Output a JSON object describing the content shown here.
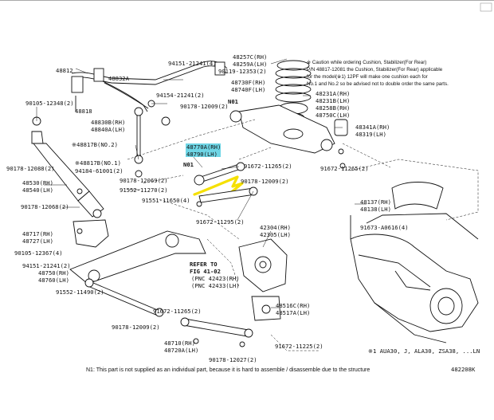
{
  "labels": {
    "p48812": "48812",
    "p48832A": "48832A",
    "p48818": "48818",
    "p94151": "94151-21241(4)",
    "p94154": "94154-21241(2)",
    "p90105": "90105-12348(2)",
    "p48830": "48830B(RH)",
    "p48840": "48840A(LH)",
    "p48817": "※48817B(NO.2)",
    "p48817b": "※48817B(NO.1)",
    "p94184": "94184-61001(2)",
    "p90178a": "90178-12088(2)",
    "p48530": "48530(RH)",
    "p48540": "48540(LH)",
    "p90178b": "90178-12069(2)",
    "p91552": "91552-11270(2)",
    "p90178c": "90178-12068(2)",
    "p91551": "91551-11650(4)",
    "p48717": "48717(RH)",
    "p48727": "48727(LH)",
    "p90105b": "90105-12367(4)",
    "p94151b": "94151-21241(2)",
    "p48750": "48750(RH)",
    "p48760": "48760(LH)",
    "p91552b": "91552-11490(2)",
    "p48257": "48257C(RH)",
    "p48259": "48259A(LH)",
    "p90119": "90119-12353(2)",
    "p48730": "48730F(RH)",
    "p48740": "48740F(LH)",
    "p90178d": "90178-12009(2)",
    "n01a": "N01",
    "p48231": "48231A(RH)",
    "p48231b": "48231B(LH)",
    "p48258": "48258B(RH)",
    "p48750c": "48750C(LH)",
    "p48341": "48341A(RH)",
    "p48319": "48319(LH)",
    "p48770": "48770A(RH)",
    "p48790": "48790(LH)",
    "n01b": "N01",
    "p91672a": "91672-11265(2)",
    "p91672b": "91672-11265(2)",
    "p90178e": "90178-12009(2)",
    "p91672c": "91672-11295(2)",
    "p42304": "42304(RH)",
    "p42305": "42305(LH)",
    "refer1": "REFER TO",
    "refer2": "FIG 41-02",
    "refer3": "(PNC 42423(RH)",
    "refer4": "(PNC 42433(LH)",
    "p48516": "48516C(RH)",
    "p48517": "48517A(LH)",
    "p91672d": "91672-11265(2)",
    "p90178f": "90178-12009(2)",
    "p48710": "48710(RH)",
    "p48720": "48720A(LH)",
    "p91672e": "91672-11225(2)",
    "p90178g": "90178-12027(2)",
    "p48137": "48137(RH)",
    "p48138": "48138(LH)",
    "p91673": "91673-A0616(4)",
    "model": "※1 AUA30, J, ALA30, ZSA38, ...LN",
    "code": "482208K"
  },
  "notes": {
    "caution1": "※ Caution while ordering Cushion, Stabilizer(For Rear)",
    "caution2": "P/N 48817-12081 the Cushion, Stabilizer(For Rear) applicable",
    "caution3": "for the model(※1) 12PF will make one cushion each for",
    "caution4": "No.1 and No.2 so be advised not to double order the same parts."
  },
  "footer": {
    "n01": "N1: This part is not supplied as an individual part, because it is hard to assemble / disassemble due to the structure"
  },
  "colors": {
    "highlight": "#6fd6e6",
    "annotation": "#f5e000"
  }
}
